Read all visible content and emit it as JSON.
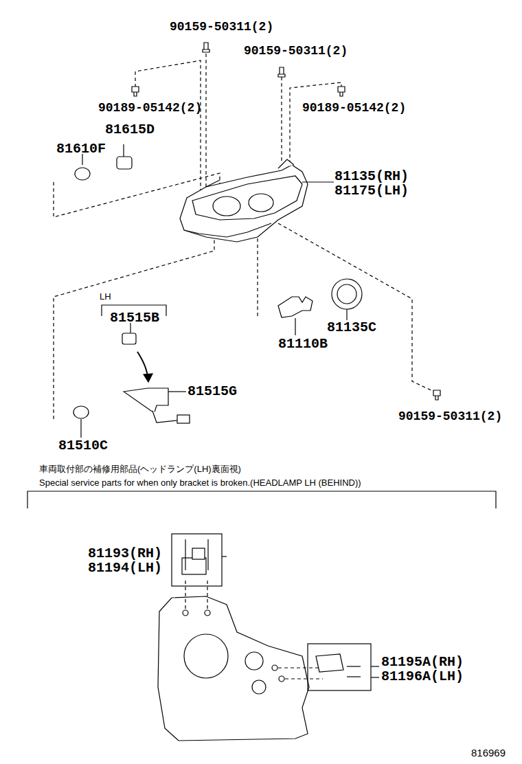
{
  "diagram": {
    "labels": [
      "90159-50311(2)",
      "90159-50311(2)",
      "90189-05142(2)",
      "90189-05142(2)",
      "81615D",
      "81610F",
      "81135(RH)",
      "81175(LH)",
      "LH",
      "81515B",
      "81110B",
      "81135C",
      "81515G",
      "90159-50311(2)",
      "81510C",
      "車両取付部の補修用部品(ヘッドランプ(LH)裏面視)",
      "Special service parts for when only bracket is broken.(HEADLAMP LH (BEHIND))",
      "81193(RH)",
      "81194(LH)",
      "81195A(RH)",
      "81196A(LH)",
      "816969"
    ]
  }
}
